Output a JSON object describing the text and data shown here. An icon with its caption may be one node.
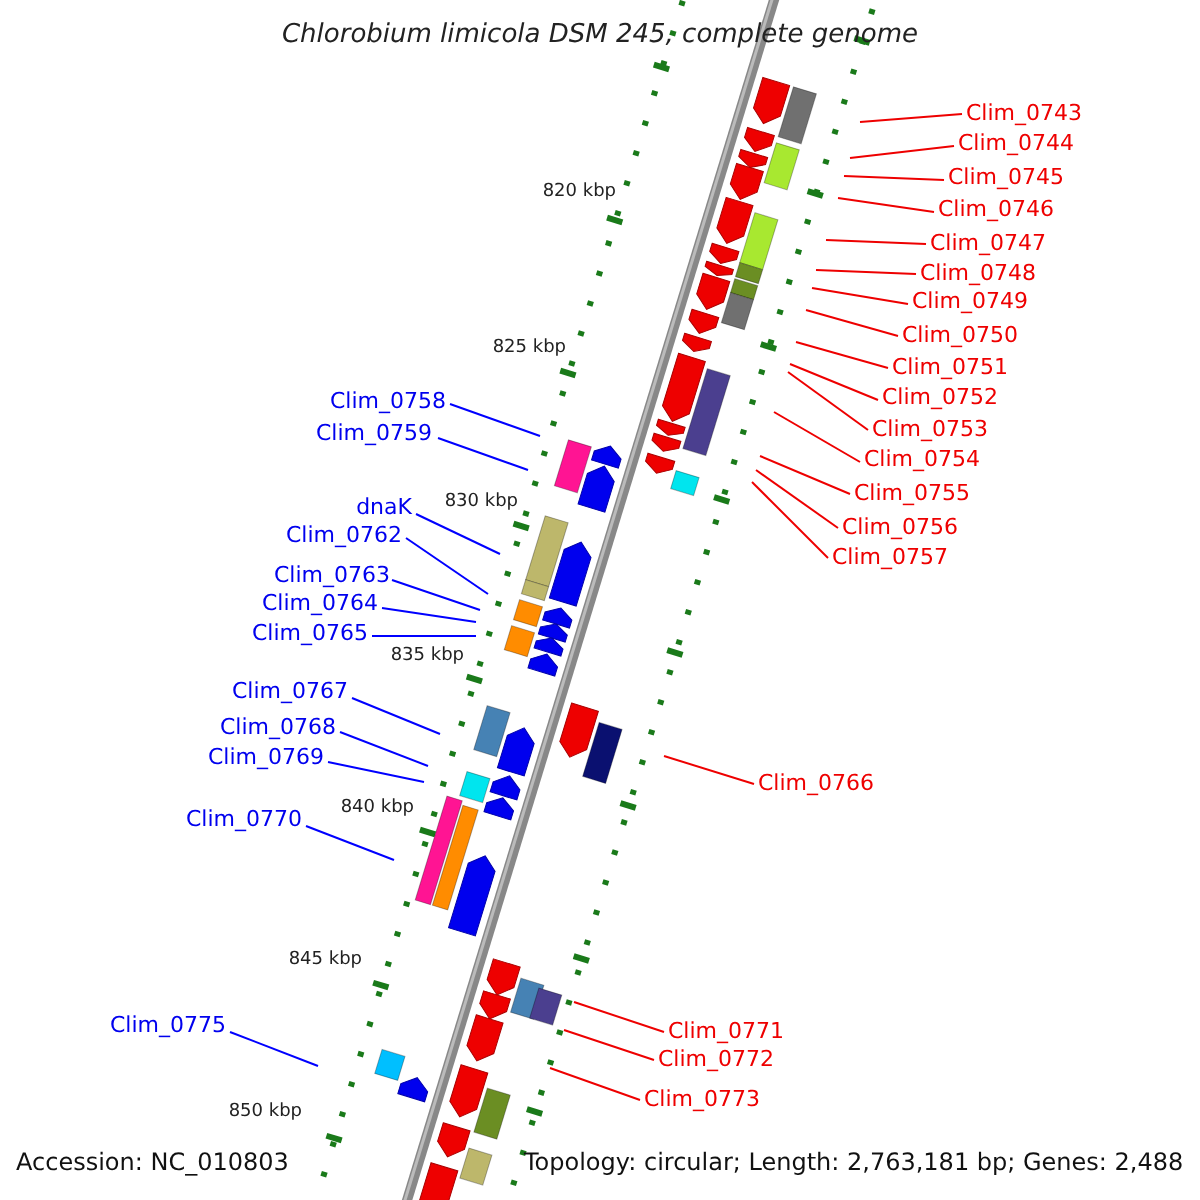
{
  "diagram": {
    "title": "Chlorobium limicola DSM 245, complete genome",
    "nodes": [
      {
        "text": [
          "Clim_0743"
        ]
      },
      {
        "text": [
          "Clim_0744"
        ]
      },
      {
        "text": [
          "Clim_0745"
        ]
      },
      {
        "text": [
          "Clim_0746"
        ]
      },
      {
        "text": [
          "Clim_0747"
        ]
      },
      {
        "text": [
          "Clim_0748"
        ]
      },
      {
        "text": [
          "Clim_0749"
        ]
      },
      {
        "text": [
          "Clim_0750"
        ]
      },
      {
        "text": [
          "Clim_0751"
        ]
      },
      {
        "text": [
          "Clim_0752"
        ]
      },
      {
        "text": [
          "Clim_0753"
        ]
      },
      {
        "text": [
          "Clim_0754"
        ]
      },
      {
        "text": [
          "Clim_0755"
        ]
      },
      {
        "text": [
          "Clim_0756"
        ]
      },
      {
        "text": [
          "Clim_0757"
        ]
      },
      {
        "text": [
          "Clim_0758"
        ]
      },
      {
        "text": [
          "Clim_0759"
        ]
      },
      {
        "text": [
          "dnaK"
        ]
      },
      {
        "text": [
          "Clim_0762"
        ]
      },
      {
        "text": [
          "Clim_0763"
        ]
      },
      {
        "text": [
          "Clim_0764"
        ]
      },
      {
        "text": [
          "Clim_0765"
        ]
      },
      {
        "text": [
          "Clim_0767"
        ]
      },
      {
        "text": [
          "Clim_0768"
        ]
      },
      {
        "text": [
          "Clim_0769"
        ]
      },
      {
        "text": [
          "Clim_0770"
        ]
      },
      {
        "text": [
          "Clim_0766"
        ]
      },
      {
        "text": [
          "Clim_0771"
        ]
      },
      {
        "text": [
          "Clim_0772"
        ]
      },
      {
        "text": [
          "Clim_0773"
        ]
      },
      {
        "text": [
          "Clim_0775"
        ]
      }
    ],
    "edges": [
      {
        "from": 0,
        "to": null,
        "arrow": "none"
      },
      {
        "from": 1,
        "to": null,
        "arrow": "none"
      },
      {
        "from": 2,
        "to": null,
        "arrow": "none"
      },
      {
        "from": 3,
        "to": null,
        "arrow": "none"
      },
      {
        "from": 4,
        "to": null,
        "arrow": "none"
      },
      {
        "from": 5,
        "to": null,
        "arrow": "none"
      },
      {
        "from": 6,
        "to": null,
        "arrow": "none"
      },
      {
        "from": 7,
        "to": null,
        "arrow": "none"
      },
      {
        "from": 8,
        "to": null,
        "arrow": "none"
      },
      {
        "from": 9,
        "to": null,
        "arrow": "none"
      },
      {
        "from": 10,
        "to": null,
        "arrow": "none"
      },
      {
        "from": 11,
        "to": null,
        "arrow": "none"
      },
      {
        "from": 12,
        "to": null,
        "arrow": "none"
      },
      {
        "from": 13,
        "to": null,
        "arrow": "none"
      },
      {
        "from": 14,
        "to": null,
        "arrow": "none"
      },
      {
        "from": 15,
        "to": null,
        "arrow": "none",
        "color": "#0000ff"
      },
      {
        "from": 16,
        "to": null,
        "arrow": "none",
        "color": "#0000ff"
      },
      {
        "from": 17,
        "to": null,
        "arrow": "none",
        "color": "#0000ff"
      },
      {
        "from": 18,
        "to": null,
        "arrow": "none",
        "color": "#0000ff"
      },
      {
        "from": 19,
        "to": null,
        "arrow": "none",
        "color": "#0000ff"
      },
      {
        "from": 20,
        "to": null,
        "arrow": "none",
        "color": "#0000ff"
      },
      {
        "from": 21,
        "to": null,
        "arrow": "none",
        "color": "#0000ff"
      },
      {
        "from": 22,
        "to": null,
        "arrow": "none",
        "color": "#0000ff"
      },
      {
        "from": 23,
        "to": null,
        "arrow": "none",
        "color": "#0000ff"
      },
      {
        "from": 24,
        "to": null,
        "arrow": "none",
        "color": "#0000ff"
      },
      {
        "from": 25,
        "to": null,
        "arrow": "none",
        "color": "#0000ff"
      },
      {
        "from": 26,
        "to": null,
        "arrow": "none"
      },
      {
        "from": 27,
        "to": null,
        "arrow": "none"
      },
      {
        "from": 28,
        "to": null,
        "arrow": "none"
      },
      {
        "from": 29,
        "to": null,
        "arrow": "none"
      },
      {
        "from": 30,
        "to": null,
        "arrow": "none",
        "color": "#0000ff"
      }
    ],
    "labels": [
      "820 kbp",
      "825 kbp",
      "830 kbp",
      "835 kbp",
      "840 kbp",
      "845 kbp",
      "850 kbp",
      "Accession: NC_010803",
      "Topology: circular; Length: 2,763,181 bp; Genes: 2,488"
    ]
  }
}
